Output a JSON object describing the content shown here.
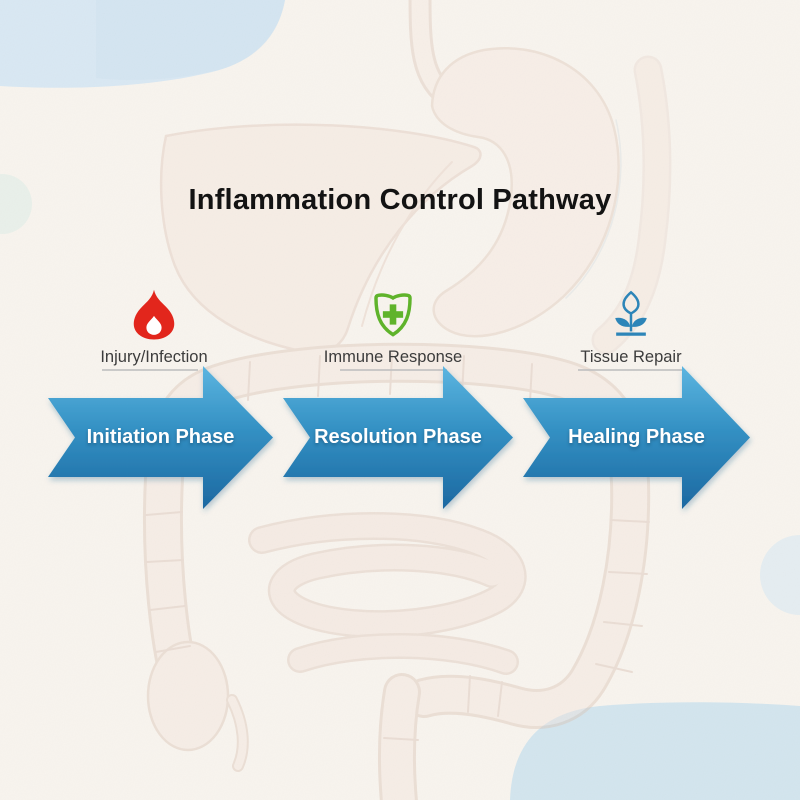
{
  "title": "Inflammation Control Pathway",
  "phases": [
    {
      "stage_icon": "flame-icon",
      "stage_label": "Injury/Infection",
      "phase_label": "Initiation Phase"
    },
    {
      "stage_icon": "shield-plus-icon",
      "stage_label": "Immune Response",
      "phase_label": "Resolution Phase"
    },
    {
      "stage_icon": "sprout-icon",
      "stage_label": "Tissue Repair",
      "phase_label": "Healing Phase"
    }
  ],
  "colors": {
    "flame": "#e2261c",
    "shield": "#5fb32b",
    "sprout": "#2d85b8",
    "arrow_top": "#5cb5e0",
    "arrow_mid": "#3390c3",
    "arrow_bottom": "#1c68a1",
    "title_text": "#131313",
    "stage_label_text": "#3c3c3c",
    "underline": "#c2c2c2",
    "background": "#f8f4ee"
  },
  "background_illustration": "digestive-system-sketch"
}
